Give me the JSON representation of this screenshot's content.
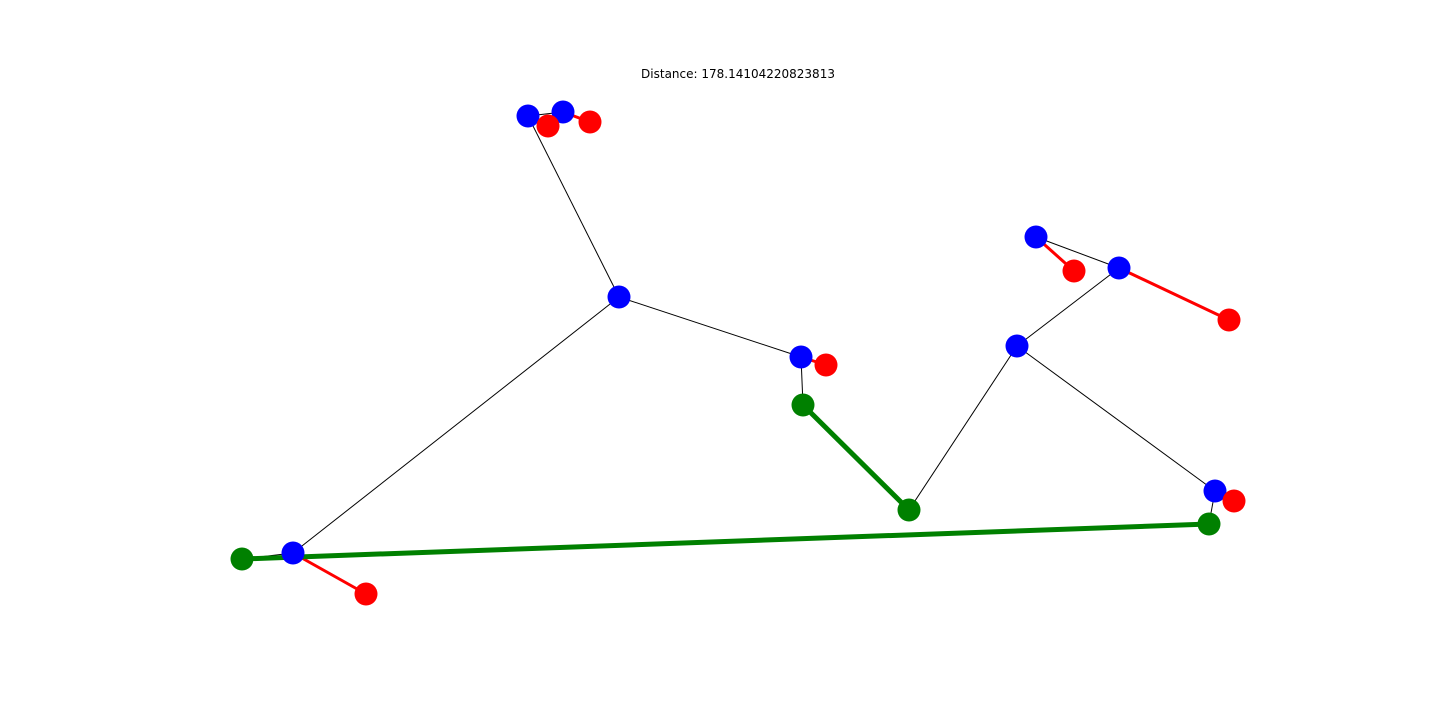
{
  "title": "Distance: 178.14104220823813",
  "colors": {
    "blue_node": "#0000ff",
    "red_node": "#ff0000",
    "green_node": "#008000",
    "tree_edge": "#000000",
    "red_edge": "#ff0000",
    "green_edge": "#008000",
    "background": "#ffffff"
  },
  "graph": {
    "nodes": [
      {
        "id": "b1",
        "group": "blue"
      },
      {
        "id": "b2",
        "group": "blue"
      },
      {
        "id": "b3",
        "group": "blue"
      },
      {
        "id": "b4",
        "group": "blue"
      },
      {
        "id": "b5",
        "group": "blue"
      },
      {
        "id": "b6",
        "group": "blue"
      },
      {
        "id": "b7",
        "group": "blue"
      },
      {
        "id": "b8",
        "group": "blue"
      },
      {
        "id": "b9",
        "group": "blue"
      },
      {
        "id": "r1",
        "group": "red"
      },
      {
        "id": "r2",
        "group": "red"
      },
      {
        "id": "r3",
        "group": "red"
      },
      {
        "id": "r4",
        "group": "red"
      },
      {
        "id": "r5",
        "group": "red"
      },
      {
        "id": "r6",
        "group": "red"
      },
      {
        "id": "r7",
        "group": "red"
      },
      {
        "id": "g1",
        "group": "green"
      },
      {
        "id": "g2",
        "group": "green"
      },
      {
        "id": "g3",
        "group": "green"
      },
      {
        "id": "g4",
        "group": "green"
      }
    ],
    "edges": [
      {
        "source": "b1",
        "target": "b3",
        "type": "tree"
      },
      {
        "source": "b3",
        "target": "b4",
        "type": "tree"
      },
      {
        "source": "b3",
        "target": "b9",
        "type": "tree"
      },
      {
        "source": "b4",
        "target": "g2",
        "type": "tree"
      },
      {
        "source": "b5",
        "target": "g3",
        "type": "tree"
      },
      {
        "source": "b5",
        "target": "b7",
        "type": "tree"
      },
      {
        "source": "b5",
        "target": "b8",
        "type": "tree"
      },
      {
        "source": "b6",
        "target": "b7",
        "type": "tree"
      },
      {
        "source": "b9",
        "target": "g1",
        "type": "tree"
      },
      {
        "source": "b8",
        "target": "g4",
        "type": "tree"
      },
      {
        "source": "b1",
        "target": "b2",
        "type": "tree"
      },
      {
        "source": "b1",
        "target": "r1",
        "type": "red"
      },
      {
        "source": "b2",
        "target": "r2",
        "type": "red"
      },
      {
        "source": "b4",
        "target": "r3",
        "type": "red"
      },
      {
        "source": "b6",
        "target": "r4",
        "type": "red"
      },
      {
        "source": "b7",
        "target": "r5",
        "type": "red"
      },
      {
        "source": "b8",
        "target": "r6",
        "type": "red"
      },
      {
        "source": "b9",
        "target": "r7",
        "type": "red"
      },
      {
        "source": "g2",
        "target": "g3",
        "type": "green"
      },
      {
        "source": "g1",
        "target": "g4",
        "type": "green"
      }
    ]
  }
}
